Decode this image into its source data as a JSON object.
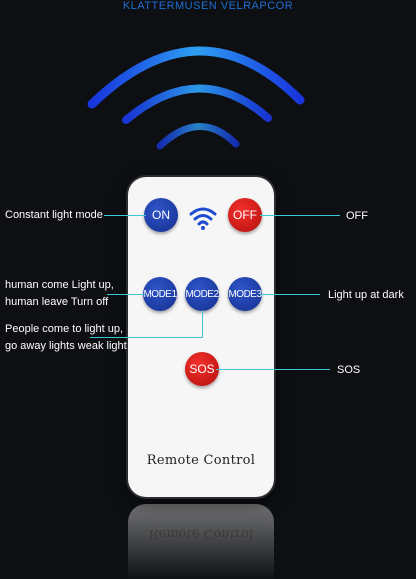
{
  "brand": "KLATTERMUSEN VELRAPCOR",
  "remote": {
    "label": "Remote Control",
    "buttons": {
      "on": "ON",
      "off": "OFF",
      "mode1": "MODE1",
      "mode2": "MODE2",
      "mode3": "MODE3",
      "sos": "SOS"
    }
  },
  "callouts": {
    "constant_light": "Constant light mode",
    "off": "OFF",
    "mode1_line1": "human come Light up,",
    "mode1_line2": "human leave Turn off",
    "mode3": "Light up at dark",
    "mode2_line1": "People come to light up,",
    "mode2_line2": "go away lights weak light",
    "sos": "SOS"
  },
  "colors": {
    "background": "#0d0f12",
    "accent_line": "#3ec7d2",
    "button_blue": "#1b3aa8",
    "button_red": "#e0201c",
    "wave_blue": "#1e6bff"
  },
  "icons": {
    "signal": "wifi-signal-icon",
    "waves": "broadcast-waves-icon"
  }
}
